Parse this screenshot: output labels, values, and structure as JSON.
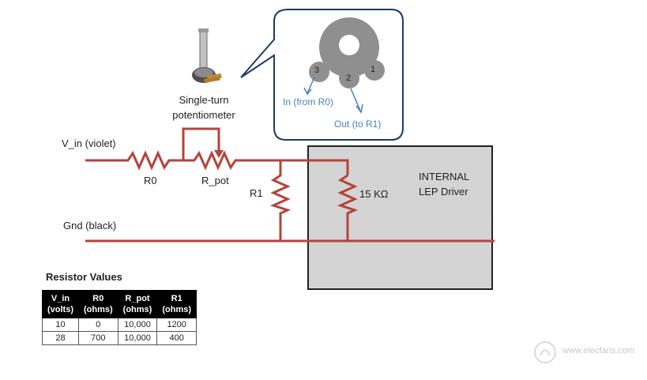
{
  "potentiometer": {
    "label_line1": "Single-turn",
    "label_line2": "potentiometer"
  },
  "callout": {
    "pin3": "3",
    "pin2": "2",
    "pin1": "1",
    "in_label": "In (from R0)",
    "out_label": "Out (to R1)"
  },
  "circuit": {
    "vin_label": "V_in (violet)",
    "gnd_label": "Gnd (black)",
    "r0_label": "R0",
    "rpot_label": "R_pot",
    "r1_label": "R1",
    "internal_res_label": "15 KΩ",
    "wire_color": "#b5443c"
  },
  "driver": {
    "line1": "INTERNAL",
    "line2": "LEP Driver"
  },
  "resistor_table": {
    "title": "Resistor Values",
    "headers": [
      [
        "V_in",
        "(volts)"
      ],
      [
        "R0",
        "(ohms)"
      ],
      [
        "R_pot",
        "(ohms)"
      ],
      [
        "R1",
        "(ohms)"
      ]
    ],
    "rows": [
      [
        "10",
        "0",
        "10,000",
        "1200"
      ],
      [
        "28",
        "700",
        "10,000",
        "400"
      ]
    ]
  },
  "watermark": {
    "text": "www.elecfans.com"
  }
}
